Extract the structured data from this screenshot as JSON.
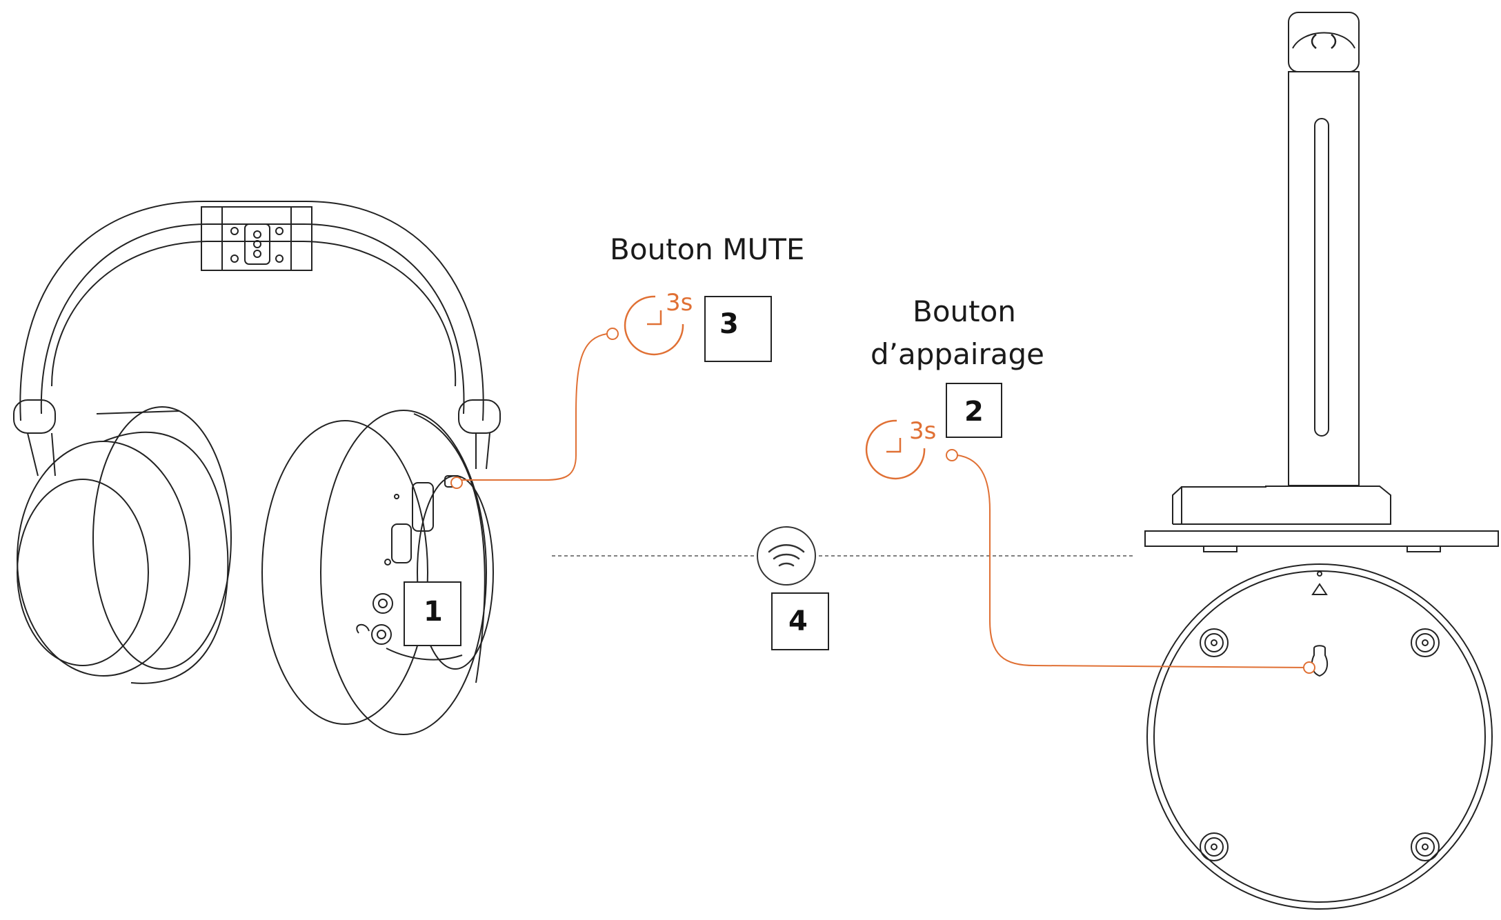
{
  "labels": {
    "mute": "Bouton MUTE",
    "pairing_line1": "Bouton",
    "pairing_line2": "d’appairage"
  },
  "timers": {
    "mute": "3s",
    "pairing": "3s"
  },
  "steps": {
    "one": "1",
    "two": "2",
    "three": "3",
    "four": "4"
  },
  "colors": {
    "accent": "#e07034",
    "line": "#333333"
  },
  "icons": {
    "timer": "timer-icon",
    "wireless": "wireless-signal-icon",
    "headphones": "headphones-illustration",
    "stand": "headphone-stand-illustration",
    "base": "stand-base-bottom-view"
  }
}
